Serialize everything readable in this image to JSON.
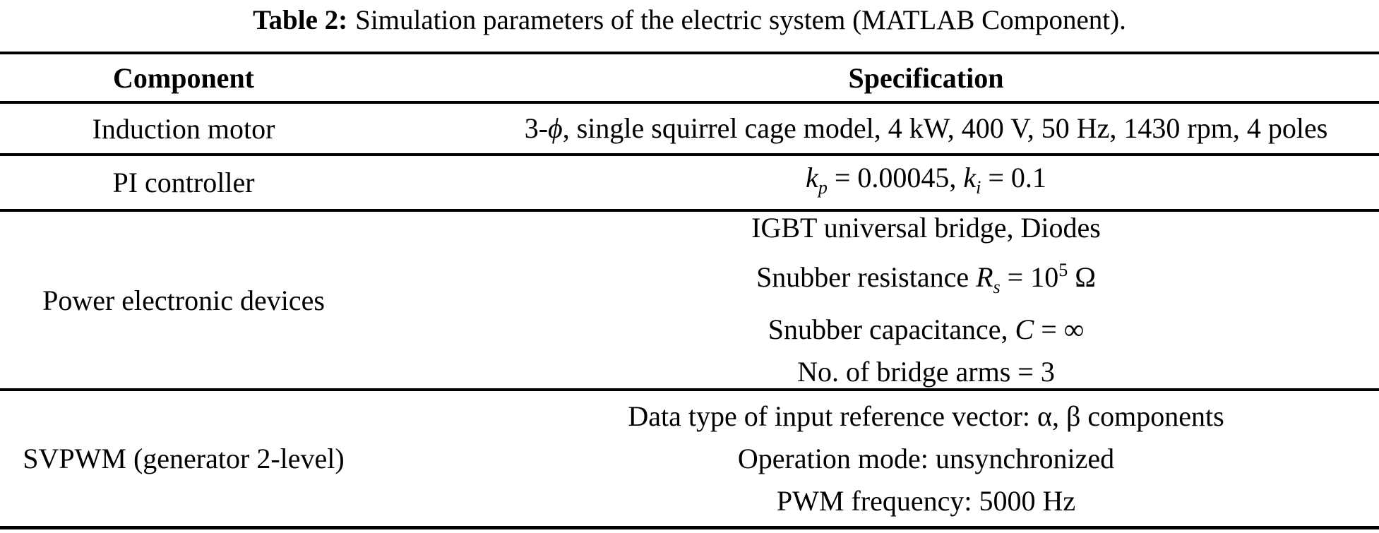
{
  "colors": {
    "background": "#ffffff",
    "text": "#000000",
    "rule": "#000000"
  },
  "caption": {
    "label": "Table 2:",
    "text": "Simulation parameters of the electric system (MATLAB Component)."
  },
  "table": {
    "header": {
      "component": "Component",
      "specification": "Specification"
    },
    "rows": {
      "induction_motor": {
        "component": "Induction motor",
        "spec_prefix": "3-",
        "spec_phi": "ϕ",
        "spec_suffix": ", single squirrel cage model, 4 kW, 400 V, 50 Hz, 1430 rpm, 4 poles"
      },
      "pi_controller": {
        "component": "PI controller",
        "kp_symbol": "k",
        "kp_subscript": "p",
        "kp_value": " = 0.00045, ",
        "ki_symbol": "k",
        "ki_subscript": "i",
        "ki_value": " = 0.1"
      },
      "power_electronic_devices": {
        "component": "Power electronic devices",
        "line1": "IGBT universal bridge, Diodes",
        "line2_text": "Snubber resistance ",
        "line2_symbol": "R",
        "line2_subscript": "s",
        "line2_equals": " = 10",
        "line2_superscript": "5",
        "line2_unit": " Ω",
        "line3_text": "Snubber capacitance, ",
        "line3_symbol": "C",
        "line3_value": " = ∞",
        "line4": "No. of bridge arms = 3"
      },
      "svpwm": {
        "component": "SVPWM (generator 2-level)",
        "line1": "Data type of input reference vector: α, β components",
        "line2": "Operation mode: unsynchronized",
        "line3": "PWM frequency: 5000 Hz"
      }
    }
  }
}
